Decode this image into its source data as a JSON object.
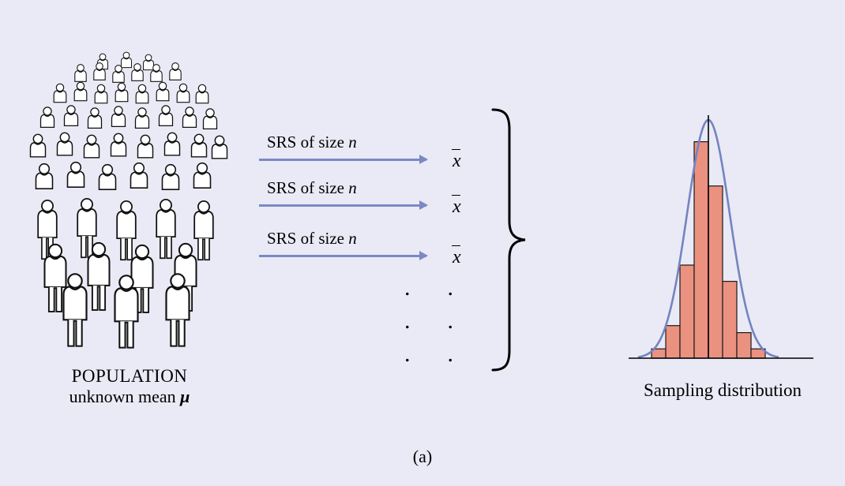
{
  "colors": {
    "background": "#e9eaf5",
    "arrow": "#7c88c4",
    "curve": "#7583c0",
    "bar_fill": "#ea9180",
    "bar_stroke": "#1a1a1a",
    "ink": "#000000"
  },
  "population": {
    "title": "POPULATION",
    "subtitle_prefix": "unknown mean ",
    "mean_symbol": "μ"
  },
  "samples": {
    "rows": [
      {
        "label_prefix": "SRS of size ",
        "label_var": "n",
        "statistic": "x"
      },
      {
        "label_prefix": "SRS of size ",
        "label_var": "n",
        "statistic": "x"
      },
      {
        "label_prefix": "SRS of size ",
        "label_var": "n",
        "statistic": "x"
      }
    ],
    "continuation_dot": "."
  },
  "sampling_distribution": {
    "label": "Sampling distribution"
  },
  "caption": "(a)",
  "chart_data": {
    "type": "histogram",
    "title": "Sampling distribution",
    "bars": {
      "relative_heights": [
        0.04,
        0.14,
        0.4,
        0.93,
        0.74,
        0.33,
        0.11,
        0.04
      ],
      "fill": "#ea9180",
      "stroke": "#1a1a1a"
    },
    "overlay_curve": {
      "shape": "normal",
      "color": "#7583c0",
      "peak_at_center_line": true
    },
    "center_line": true,
    "x_axis_line": true,
    "note": "Histogram of many sample means x-bar with superimposed normal curve; vertical line marks the center (population mean)."
  }
}
